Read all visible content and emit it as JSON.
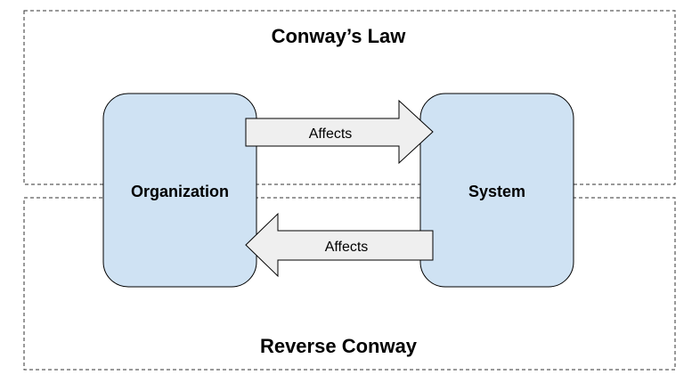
{
  "diagram": {
    "top_region": {
      "title": "Conway’s Law"
    },
    "bottom_region": {
      "title": "Reverse Conway"
    },
    "nodes": {
      "organization": {
        "label": "Organization",
        "fill": "#cfe2f3"
      },
      "system": {
        "label": "System",
        "fill": "#cfe2f3"
      }
    },
    "edges": [
      {
        "from": "organization",
        "to": "system",
        "label": "Affects"
      },
      {
        "from": "system",
        "to": "organization",
        "label": "Affects"
      }
    ],
    "colors": {
      "node_fill": "#cfe2f3",
      "arrow_fill": "#efefef",
      "dashed_border": "#333333"
    }
  }
}
